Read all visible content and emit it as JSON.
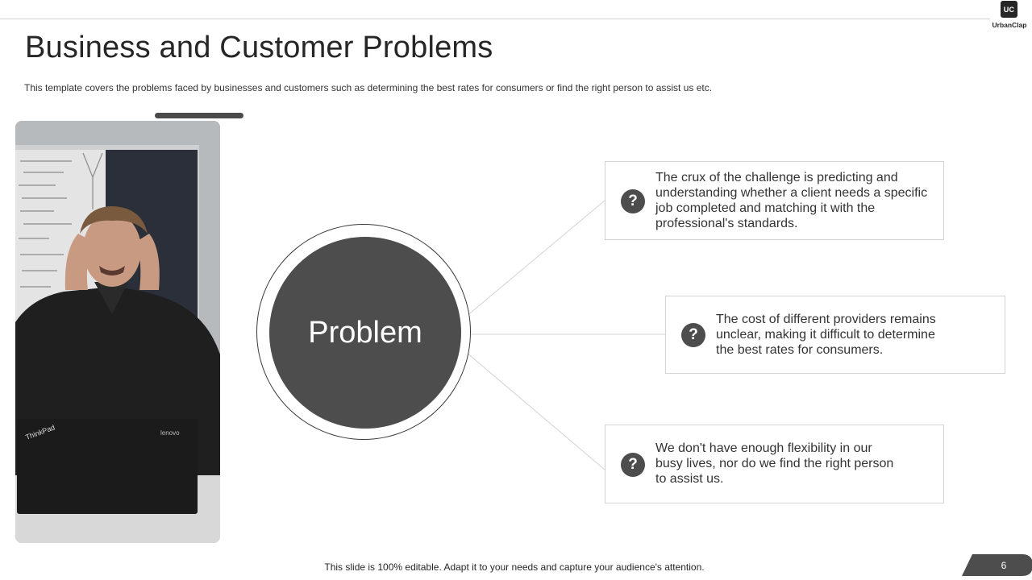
{
  "logo": {
    "initials": "UC",
    "brand": "UrbanClap"
  },
  "title": "Business and Customer Problems",
  "subtitle": "This template covers the problems faced by businesses and customers such as determining the best rates for consumers or find the right person to assist us etc.",
  "hub": {
    "label": "Problem"
  },
  "cards": [
    {
      "icon": "?",
      "text": "The crux of the challenge is predicting and understanding whether a client needs a specific job completed and matching it with the professional's standards."
    },
    {
      "icon": "?",
      "text": "The cost of different providers remains unclear, making it difficult to determine the best rates for consumers."
    },
    {
      "icon": "?",
      "text": "We don't have enough flexibility in our busy lives, nor do we find the right person to assist us."
    }
  ],
  "photo": {
    "laptop_brand": "lenovo",
    "laptop_model": "ThinkPad"
  },
  "footer": {
    "note": "This slide is 100% editable. Adapt it to your needs and capture your audience's attention.",
    "page_number": "6"
  },
  "colors": {
    "dark": "#4d4d4d",
    "text": "#262626",
    "border": "#d4d4d4",
    "line": "#d0d0d0"
  }
}
